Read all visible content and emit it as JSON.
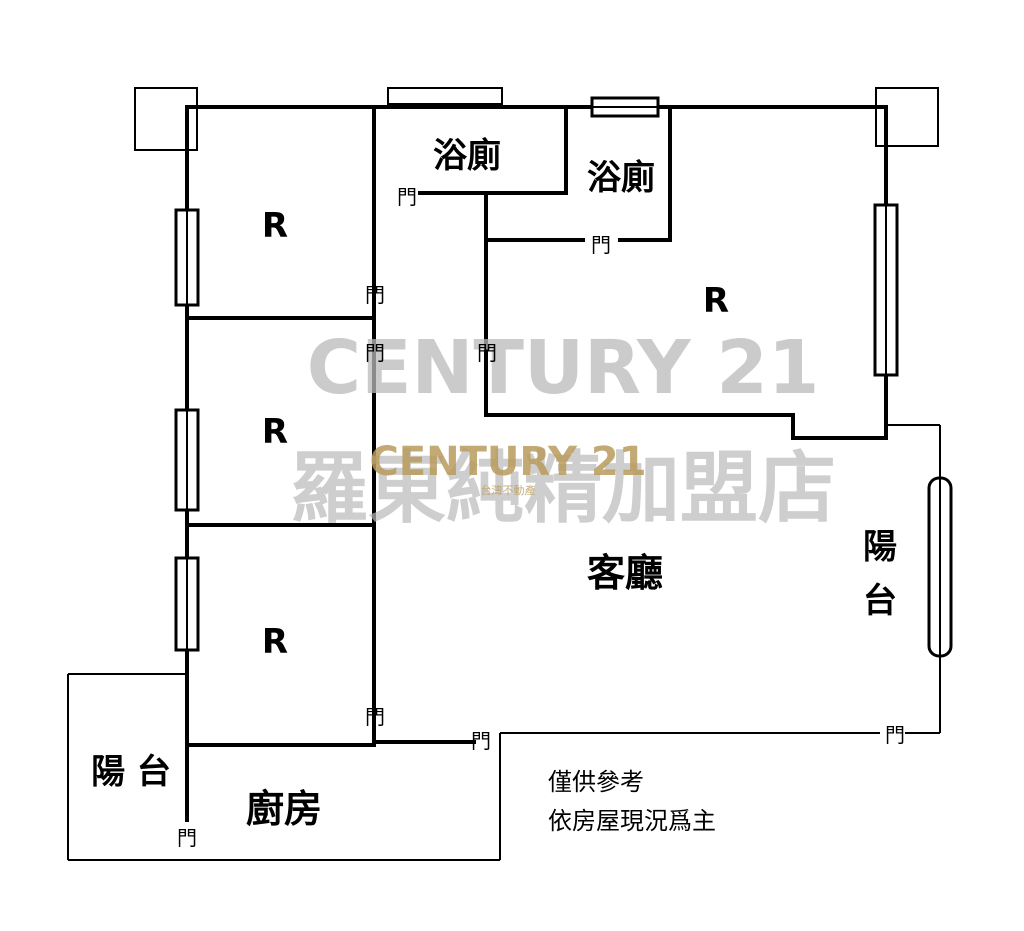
{
  "rooms": {
    "bath_1": "浴廁",
    "bath_2": "浴廁",
    "room_1": "R",
    "room_2": "R",
    "room_3": "R",
    "room_master": "R",
    "living": "客廳",
    "kitchen": "廚房",
    "balcony_right": [
      "陽",
      "台"
    ],
    "balcony_left": "陽 台"
  },
  "door_label": "門",
  "watermark": {
    "brand_large": "CENTURY 21",
    "brand_small": "CENTURY 21",
    "store_name": "羅東純精加盟店",
    "tagline": "台灣不動產"
  },
  "note": {
    "line1": "僅供參考",
    "line2": "依房屋現況爲主"
  }
}
